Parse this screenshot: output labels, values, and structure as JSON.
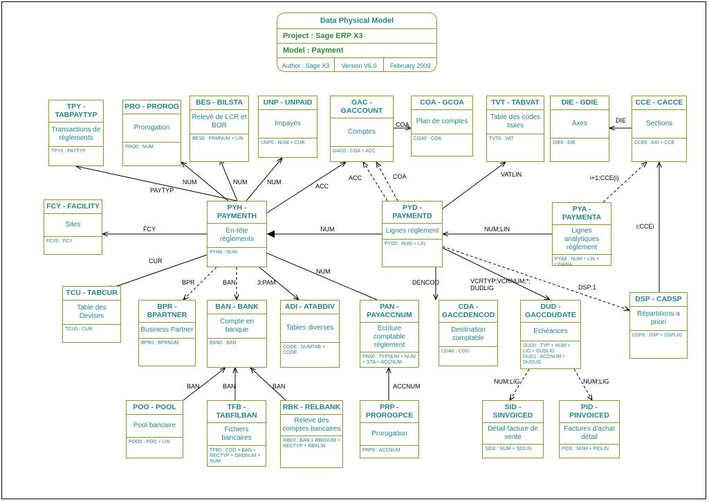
{
  "header": {
    "title": "Data Physical Model",
    "project": "Project : Sage ERP X3",
    "model": "Model   : Payment",
    "author": "Author : Sage X3",
    "version": "Version V6.0",
    "date": "February 2009"
  },
  "entities": {
    "tpy": {
      "title": "TPY - TABPAYTYP",
      "name": "Transactions de règlements",
      "keys": "TPY0 : PAYTYP"
    },
    "pro": {
      "title": "PRO - PROROG",
      "name": "Prorogation",
      "keys": "PRO0 : NUM"
    },
    "bes": {
      "title": "BES - BILSTA",
      "name": "Relevé de LCR et BOR",
      "keys": "BES0 : FRMNUM + LIN"
    },
    "unp": {
      "title": "UNP - UNPAID",
      "name": "Impayés",
      "keys": "UNP0 : NUM + CUR"
    },
    "gac": {
      "title": "GAC - GACCOUNT",
      "name": "Comptes",
      "keys": "GAC0 : COA + ACC"
    },
    "coa": {
      "title": "COA - GCOA",
      "name": "Plan de comptes",
      "keys": "COA0 : COA"
    },
    "tvt": {
      "title": "TVT - TABVAT",
      "name": "Table des codes taxes",
      "keys": "TVT0 : VAT"
    },
    "die": {
      "title": "DIE - GDIE",
      "name": "Axes",
      "keys": "DIE0 : DIE"
    },
    "cce": {
      "title": "CCE - CACCE",
      "name": "Sections",
      "keys": "CCE0 : AXI + CCE"
    },
    "fcy": {
      "title": "FCY - FACILITY",
      "name": "Sites",
      "keys": "FCY0 : FCY"
    },
    "pyh": {
      "title": "PYH - PAYMENTH",
      "name": "En-tête règlements",
      "keys": "PYH0 : NUM"
    },
    "pyd": {
      "title": "PYD - PAYMENTD",
      "name": "Lignes règlement",
      "keys": "PYD0 : NUM + LIN"
    },
    "pya": {
      "title": "PYA - PAYMENTA",
      "name": "Lignes analytiques règlement",
      "keys": "PYA0 : NUM + LIN + LINANA"
    },
    "tcu": {
      "title": "TCU - TABCUR",
      "name": "Table des Devises",
      "keys": "TCU0 : CUR"
    },
    "bpr": {
      "title": "BPR - BPARTNER",
      "name": "Business Partner",
      "keys": "BPR0 : BPRNUM"
    },
    "ban": {
      "title": "BAN - BANK",
      "name": "Compte en banque",
      "keys": "BAN0 : BAN"
    },
    "adi": {
      "title": "ADI - ATABDIV",
      "name": "Tables diverses",
      "keys": "CODE : NUMTAB + CODE"
    },
    "pan": {
      "title": "PAN - PAYACCNUM",
      "name": "Ecriture comptable règlement",
      "keys": "PAN0 : TYPNUM + NUM + STA + ACCNUM"
    },
    "cda": {
      "title": "CDA - GACCDENCOD",
      "name": "Destination comptable",
      "keys": "CDA0 : COD"
    },
    "dud": {
      "title": "DUD - GACCDUDATE",
      "name": "Echéances",
      "keys": "DUD0 : TYP + NUM + LIG + DUDLIG\nDUD1 : ACCNUM + DUDLIG"
    },
    "dsp": {
      "title": "DSP - CADSP",
      "name": "Répartitions a priori",
      "keys": "DSP0 : DSP + DSPLIG"
    },
    "poo": {
      "title": "POO - POOL",
      "name": "Pool bancaire",
      "keys": "POO0 : POO + LIN"
    },
    "tfb": {
      "title": "TFB - TABFILBAN",
      "name": "Fichiers bancaires",
      "keys": "TFB0 : COD + BAN + RECTYP + ORDNUM + NUM"
    },
    "rbk": {
      "title": "RBK - RELBANK",
      "name": "Relevé des comptes bancaires",
      "keys": "RBK0 : BAN + RBKNUM + RECTYP + RBKLIN"
    },
    "prp": {
      "title": "PRP - PROROGPCE",
      "name": "Prorogation",
      "keys": "PRP0 : ACCNUM"
    },
    "sid": {
      "title": "SID - SINVOICED",
      "name": "Détail facture de vente",
      "keys": "SID0 : NUM + SIDLIN"
    },
    "pid": {
      "title": "PID - PINVOICED",
      "name": "Factures d'achat détail",
      "keys": "PID0 : NUM + PIDLIN"
    }
  },
  "link_labels": {
    "paytyp": "PAYTYP",
    "num_pro": "NUM",
    "num_bes": "NUM",
    "num_unp": "NUM",
    "acc_pyh": "ACC",
    "acc_pyd": "ACC",
    "coa_pyd": "COA",
    "coa_gac": "COA",
    "vatlin": "VATLIN",
    "die": "DIE",
    "cce_pya": "i+1;CCE(i)",
    "cce_dsp": "i;CCEi",
    "fcy": "FCY",
    "num_pyd": "NUM",
    "num_pya": "NUM;LIN",
    "cur": "CUR",
    "bpr": "BPR",
    "ban_pyh": "BAN",
    "pam": "3;PAM",
    "num_pan": "NUM",
    "dencod": "DENCOD",
    "vcrtyp": "VCRTYP;VCRNUM;*;\nDUDLIG",
    "dsp": "DSP;1",
    "ban_poo": "BAN",
    "ban_tfb": "BAN",
    "ban_rbk": "BAN",
    "accnum": "ACCNUM",
    "numlig_sid": "NUM;LIG",
    "numlig_pid": "NUM;LIG"
  }
}
